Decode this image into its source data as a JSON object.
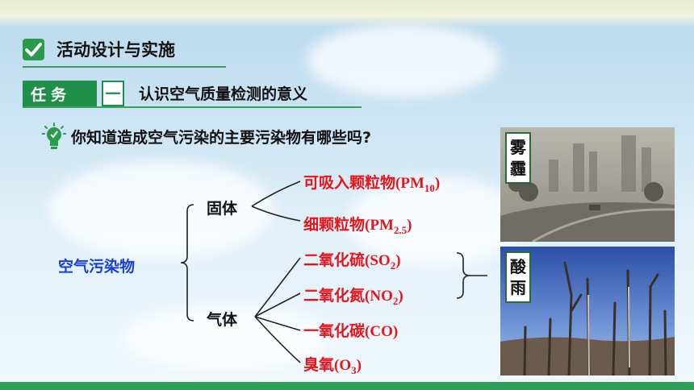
{
  "activity": {
    "title": "活动设计与实施"
  },
  "task": {
    "label": "任务",
    "number": "一",
    "title": "认识空气质量检测的意义"
  },
  "question": "你知道造成空气污染的主要污染物有哪些吗?",
  "tree": {
    "root": "空气污染物",
    "solid": "固体",
    "gas": "气体",
    "pm10": {
      "cn": "可吸入颗粒物",
      "formula": "(PM",
      "sub": "10",
      "close": ")"
    },
    "pm25": {
      "cn": "细颗粒物",
      "formula": "(PM",
      "sub": "2.5",
      "close": ")"
    },
    "so2": {
      "cn": "二氧化硫",
      "formula": "(SO",
      "sub": "2",
      "close": ")"
    },
    "no2": {
      "cn": "二氧化氮",
      "formula": "(NO",
      "sub": "2",
      "close": ")"
    },
    "co": {
      "cn": "一氧化碳",
      "formula": "(CO)"
    },
    "o3": {
      "cn": "臭氧",
      "formula": "(O",
      "sub": "3",
      "close": ")"
    }
  },
  "photos": {
    "smog": {
      "label1": "雾",
      "label2": "霾"
    },
    "acid_rain": {
      "label1": "酸",
      "label2": "雨"
    }
  },
  "colors": {
    "accent": "#1f8f4a",
    "root": "#1a3fd8",
    "pollutant": "#e8141b"
  }
}
